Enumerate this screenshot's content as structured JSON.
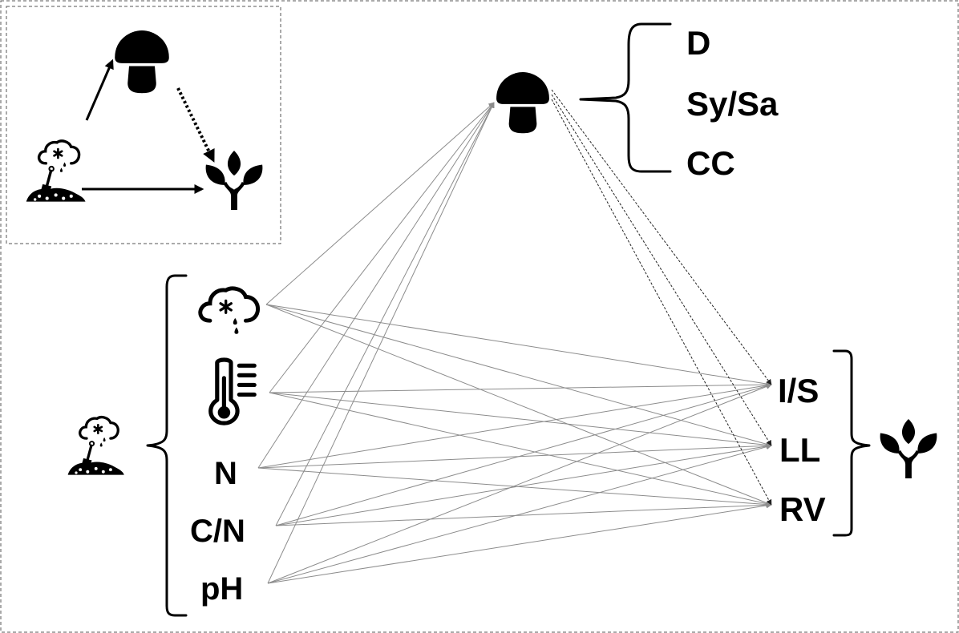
{
  "fungus_properties": {
    "items": [
      "D",
      "Sy/Sa",
      "CC"
    ]
  },
  "environment": {
    "factors": [
      {
        "kind": "icon",
        "icon": "weather-cloud-icon",
        "label": ""
      },
      {
        "kind": "icon",
        "icon": "thermometer-icon",
        "label": ""
      },
      {
        "kind": "text",
        "icon": "",
        "label": "N"
      },
      {
        "kind": "text",
        "icon": "",
        "label": "C/N"
      },
      {
        "kind": "text",
        "icon": "",
        "label": "pH"
      }
    ],
    "group_icon": "soil-weather-icon"
  },
  "plant_traits": {
    "items": [
      "I/S",
      "LL",
      "RV"
    ],
    "group_icon": "plant-sprout-icon"
  },
  "central_icon": "mushroom-icon",
  "inset": {
    "icons": [
      "mushroom-icon",
      "soil-weather-icon",
      "plant-sprout-icon"
    ],
    "links": [
      {
        "from": "soil-weather-icon",
        "to": "mushroom-icon",
        "style": "solid"
      },
      {
        "from": "mushroom-icon",
        "to": "plant-sprout-icon",
        "style": "dotted"
      },
      {
        "from": "soil-weather-icon",
        "to": "plant-sprout-icon",
        "style": "solid"
      }
    ]
  },
  "edges": {
    "env_to_fungus": "solid",
    "env_to_plant": "solid",
    "fungus_to_plant": "dashed"
  },
  "colors": {
    "edge_solid": "#8c8c8c",
    "edge_dashed": "#222222",
    "icon": "#000000",
    "background": "#ffffff"
  }
}
